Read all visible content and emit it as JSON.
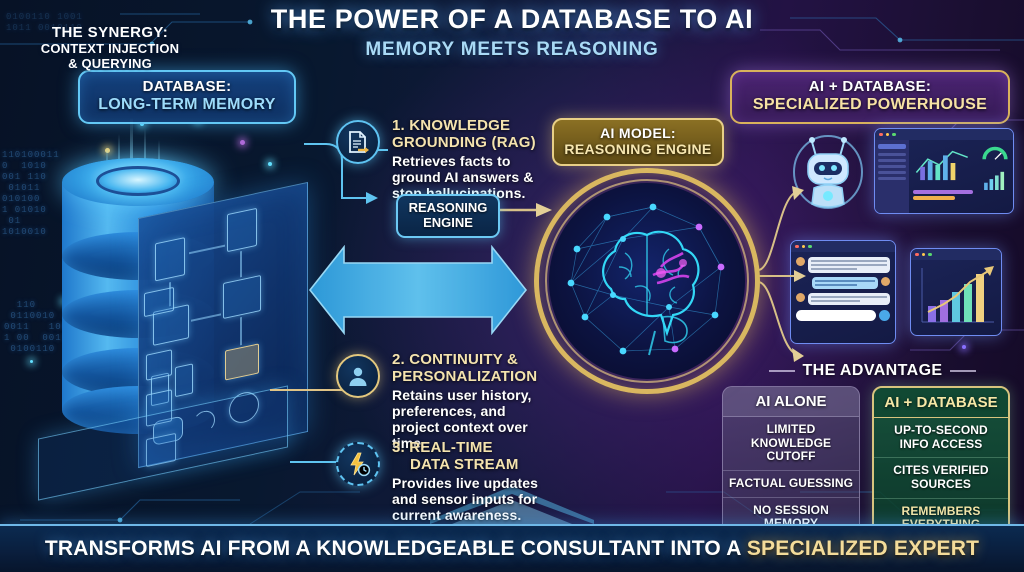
{
  "header": {
    "title": "THE POWER OF A DATABASE TO AI",
    "subtitle": "MEMORY MEETS REASONING"
  },
  "database_panel": {
    "label_line1": "DATABASE:",
    "label_line2": "LONG-TERM MEMORY",
    "icons": [
      "database-cylinder-stack",
      "document-icon",
      "table-grid-icon",
      "calendar-icon",
      "clock-icon",
      "thermometer-icon",
      "water-drop-icon",
      "folder-icon",
      "wifi-signal-icon",
      "db-disk-icon"
    ]
  },
  "ai_panel": {
    "label_line1": "AI + DATABASE:",
    "label_line2": "SPECIALIZED POWERHOUSE",
    "icons": [
      "robot-icon",
      "dashboard-window",
      "chat-window",
      "chart-window"
    ]
  },
  "model": {
    "label_line1": "AI MODEL:",
    "label_line2": "REASONING ENGINE",
    "icon": "brain-network-icon"
  },
  "reasoning_engine_box": {
    "line1": "REASONING",
    "line2": "ENGINE"
  },
  "synergy": {
    "line1": "THE SYNERGY:",
    "line2": "CONTEXT INJECTION",
    "line3": "& QUERYING"
  },
  "features": [
    {
      "number": "1.",
      "title_line1": "1. KNOWLEDGE",
      "title_line2": "GROUNDING (RAG)",
      "body": "Retrieves facts to ground AI answers & stop hallucinations.",
      "icon": "document-arrow-icon"
    },
    {
      "number": "2.",
      "title_line1": "2. CONTINUITY &",
      "title_line2": "PERSONALIZATION",
      "body": "Retains user history, preferences, and project context over time.",
      "icon": "user-person-icon"
    },
    {
      "number": "3.",
      "title_line1": "3. REAL-TIME",
      "title_line2": "DATA STREAM",
      "body": "Provides live updates and sensor inputs for current awareness.",
      "icon": "lightning-clock-icon"
    }
  ],
  "advantage": {
    "title": "THE ADVANTAGE",
    "columns": [
      {
        "header": "AI ALONE",
        "items": [
          "LIMITED KNOWLEDGE CUTOFF",
          "FACTUAL GUESSING",
          "NO SESSION MEMORY"
        ]
      },
      {
        "header": "AI + DATABASE",
        "items": [
          "UP-TO-SECOND INFO ACCESS",
          "CITES VERIFIED SOURCES",
          "REMEMBERS EVERYTHING"
        ]
      }
    ]
  },
  "footer": {
    "text_plain": "TRANSFORMS AI FROM A KNOWLEDGEABLE CONSULTANT INTO A ",
    "text_highlight": "SPECIALIZED EXPERT"
  },
  "colors": {
    "accent_blue": "#63c8f5",
    "accent_gold": "#e3c87e",
    "accent_green": "#1a8a58",
    "accent_purple": "#4b2472",
    "title_white": "#ffffff",
    "subtitle_blue": "#a9daf6"
  }
}
